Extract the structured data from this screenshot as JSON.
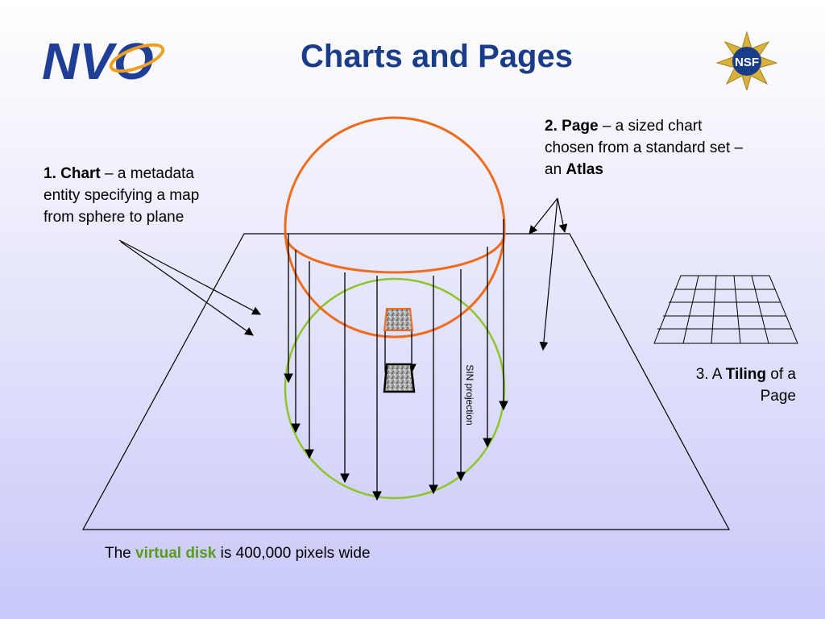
{
  "slide": {
    "title": "Charts and Pages",
    "logo_left": "NVO",
    "logo_right": "NSF"
  },
  "labels": {
    "chart_num": "1.",
    "chart_term": "Chart",
    "chart_rest": " – a metadata entity specifying a map from sphere to plane",
    "page_num": "2.",
    "page_term": "Page",
    "page_rest1": " – a sized chart chosen from a standard set – an ",
    "page_term2": "Atlas",
    "tiling_pre": "3. A ",
    "tiling_term": "Tiling",
    "tiling_post": " of a Page",
    "disk_pre": "The ",
    "disk_term": "virtual disk",
    "disk_post": " is 400,000 pixels wide",
    "projection": "SIN projection"
  },
  "colors": {
    "title": "#1a3d8a",
    "sphere": "#ef6c1e",
    "disk": "#8fc52a",
    "virtual_disk_text": "#5a9a1a",
    "background_bottom": "#c8c8fa"
  }
}
